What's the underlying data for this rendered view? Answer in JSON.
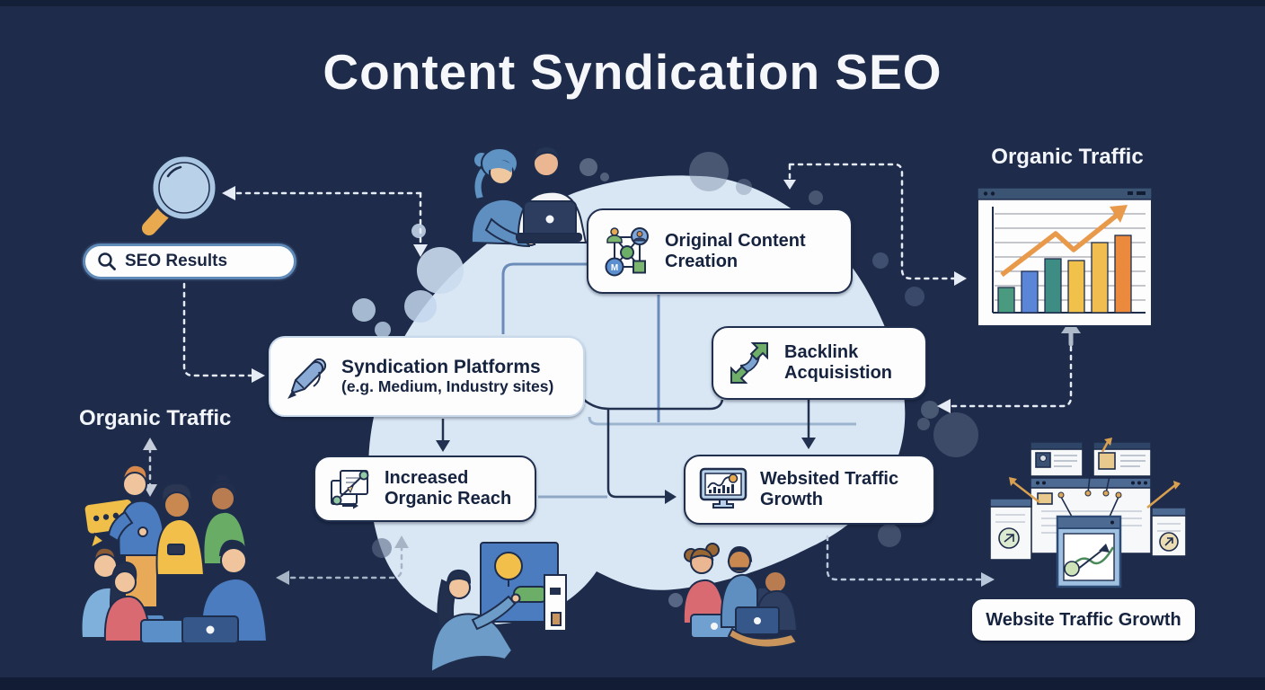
{
  "title": "Content Syndication SEO",
  "search_bar": {
    "text": "SEO Results"
  },
  "labels": {
    "organic_traffic_left": "Organic Traffic",
    "organic_traffic_right": "Organic Traffic",
    "website_traffic_growth": "Website Traffic Growth"
  },
  "nodes": {
    "original_content": {
      "label": "Original Content Creation"
    },
    "syndication": {
      "label": "Syndication Platforms",
      "sublabel": "(e.g. Medium, Industry sites)"
    },
    "backlink": {
      "label": "Backlink Acquisistion"
    },
    "increased_reach": {
      "label": "Increased Organic Reach"
    },
    "website_growth": {
      "label": "Websited Traffic Growth"
    }
  },
  "icons": {
    "m_badge": "M"
  },
  "traffic_chart": {
    "type": "bar",
    "description": "Organic traffic bar chart illustration with rising trend arrow",
    "bar_colors": [
      "#4a9a80",
      "#5b85d7",
      "#3e8d84",
      "#f1c24b",
      "#f2bd50",
      "#eb8a3d"
    ],
    "bar_heights_relative": [
      28,
      45,
      58,
      56,
      76,
      85
    ],
    "trend": "up",
    "gridlines": 7
  },
  "colors": {
    "background": "#1e2b4a",
    "blob": "#d9e7f5",
    "node_border": "#202f4e",
    "node_text": "#16233f",
    "accent_orange": "#e8a94f",
    "accent_yellow": "#f2c04a",
    "accent_green": "#6cae68",
    "accent_blue": "#5e8fc0"
  }
}
